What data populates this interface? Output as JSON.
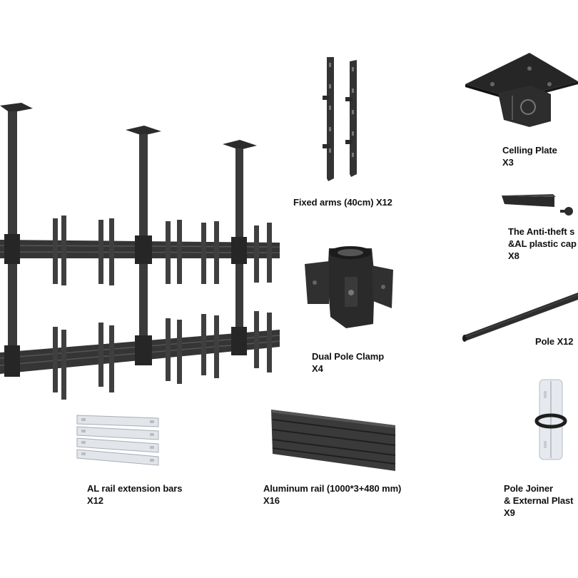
{
  "parts": [
    {
      "id": "fixed-arms",
      "lines": [
        "Fixed arms (40cm) X12"
      ]
    },
    {
      "id": "ceiling-plate",
      "lines": [
        "Celling Plate",
        "X3"
      ]
    },
    {
      "id": "anti-theft",
      "lines": [
        "The Anti-theft s",
        "&AL plastic cap",
        "X8"
      ]
    },
    {
      "id": "dual-pole-clamp",
      "lines": [
        "Dual Pole Clamp",
        "X4"
      ]
    },
    {
      "id": "pole",
      "lines": [
        "Pole X12"
      ]
    },
    {
      "id": "al-rail-extension",
      "lines": [
        "AL rail extension bars",
        "X12"
      ]
    },
    {
      "id": "aluminum-rail",
      "lines": [
        "Aluminum rail (1000*3+480 mm)",
        "X16"
      ]
    },
    {
      "id": "pole-joiner",
      "lines": [
        "Pole Joiner",
        "& External Plast",
        "X9"
      ]
    }
  ],
  "colors": {
    "metal_dark": "#2e2e2e",
    "metal_mid": "#3d3d3d",
    "silver": "#d9dde2",
    "text": "#111111"
  }
}
